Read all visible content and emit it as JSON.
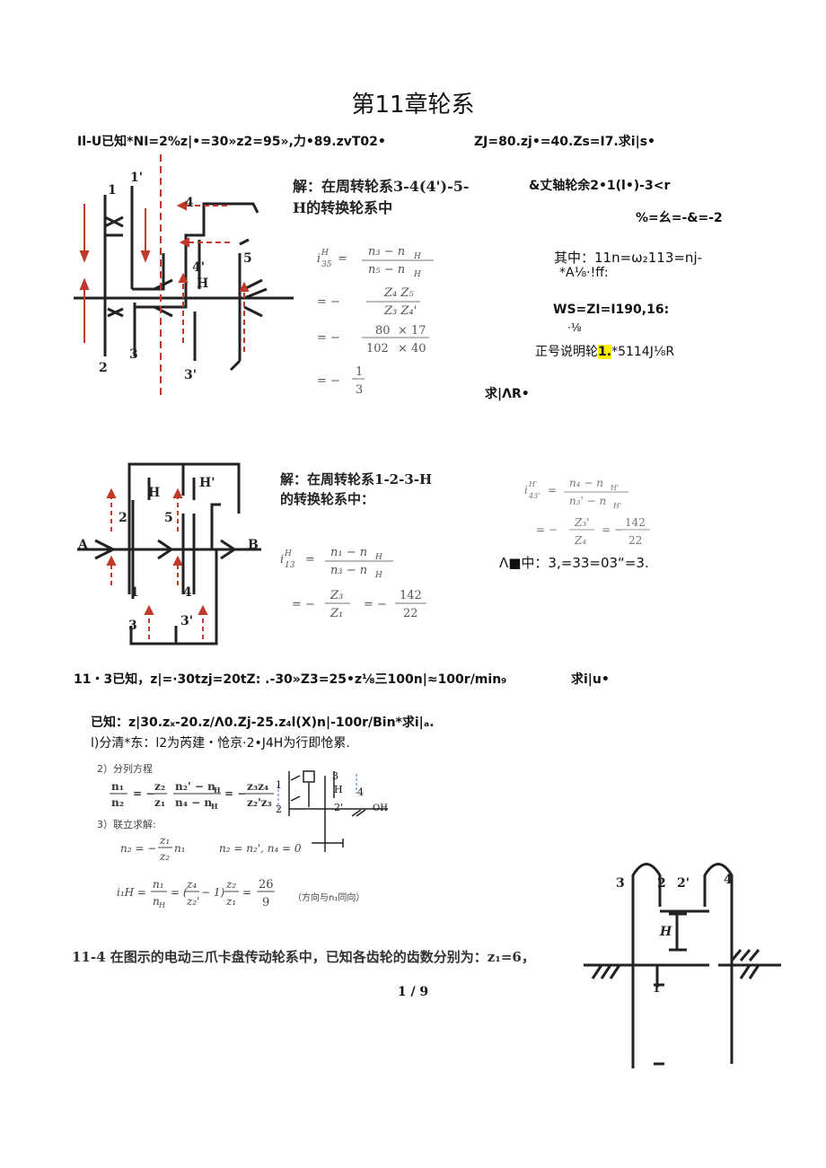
{
  "title": "第11章轮系",
  "problem1": {
    "line_left": "Il-U已知*NI=2%z|•=30»z2=95»,力•89.zvT02•",
    "line_right": "ZJ=80.zj•=40.Zs=I7.求i|s•",
    "right_notes": [
      "&丈轴轮余2•1(l•)-3<r",
      "%=幺=-&=-2",
      "其中：11n=ω₂113=nj-",
      "*A⅛·!ff:",
      "WS=ZI=I190,16:",
      "·⅛",
      "正号说明轮",
      "1.",
      "*5114J⅛R",
      "求|ΛR•"
    ],
    "solution_heading": "解：在周转轮系3-4(4')-5-H的转换轮系中",
    "labels": [
      "1",
      "1'",
      "4",
      "4'",
      "5",
      "H",
      "2",
      "3",
      "3'"
    ],
    "eq_values": [
      "80",
      "17",
      "102",
      "40",
      "1",
      "3"
    ]
  },
  "problem2": {
    "solution_heading": "解：在周转轮系1-2-3-H的转换轮系中：",
    "labels": [
      "H",
      "H'",
      "2",
      "5",
      "A",
      "B",
      "1",
      "4",
      "3",
      "3'"
    ],
    "eq_values": [
      "142",
      "22",
      "142",
      "22"
    ],
    "right_line": "Λ■中：3,=33=03“=3."
  },
  "problem3": {
    "line_left": "11・3已知，z|=·30tzj=20tZ: .-30»Z3=25•z⅛三100n|≈100r/min₉",
    "line_right": "求i|u•",
    "given": "已知：z|30.zₓ-20.z/Λ0.Zj-25.z₄l(X)n|-100r/Bin*求i|ₐ.",
    "analysis": "l)分清*东：l2为芮建・怆京·2•J4H为行即怆累.",
    "step2": "2）分列方程",
    "step3": "3）联立求解:",
    "direction_note": "（方向与n₁同向）",
    "result_num": "26",
    "result_den": "9",
    "labels": [
      "3",
      "1",
      "2",
      "2'",
      "H",
      "4",
      "OH"
    ]
  },
  "problem4": {
    "line": "11-4  在图示的电动三爪卡盘传动轮系中，已知各齿轮的齿数分别为：z₁=6，",
    "labels": [
      "3",
      "2",
      "2'",
      "4",
      "H",
      "1"
    ]
  },
  "footer": "1 / 9"
}
